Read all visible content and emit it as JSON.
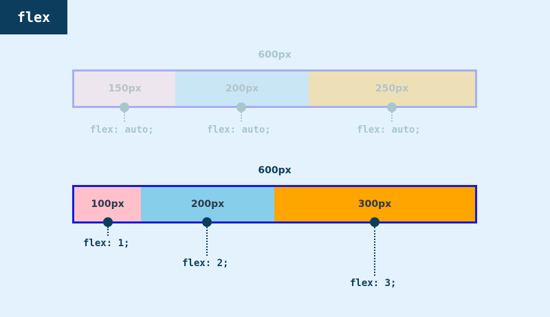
{
  "title": "flex",
  "diagrams": {
    "auto": {
      "container_label": "600px",
      "items": [
        {
          "size_label": "150px",
          "code": "flex: auto;",
          "color": "#ede6ee"
        },
        {
          "size_label": "200px",
          "code": "flex: auto;",
          "color": "#c8e6f6"
        },
        {
          "size_label": "250px",
          "code": "flex: auto;",
          "color": "#ede0b6"
        }
      ]
    },
    "grow": {
      "container_label": "600px",
      "items": [
        {
          "size_label": "100px",
          "code": "flex: 1;",
          "color": "#ffc0cb"
        },
        {
          "size_label": "200px",
          "code": "flex: 2;",
          "color": "#87ceeb"
        },
        {
          "size_label": "300px",
          "code": "flex: 3;",
          "color": "#ffa500"
        }
      ]
    }
  }
}
